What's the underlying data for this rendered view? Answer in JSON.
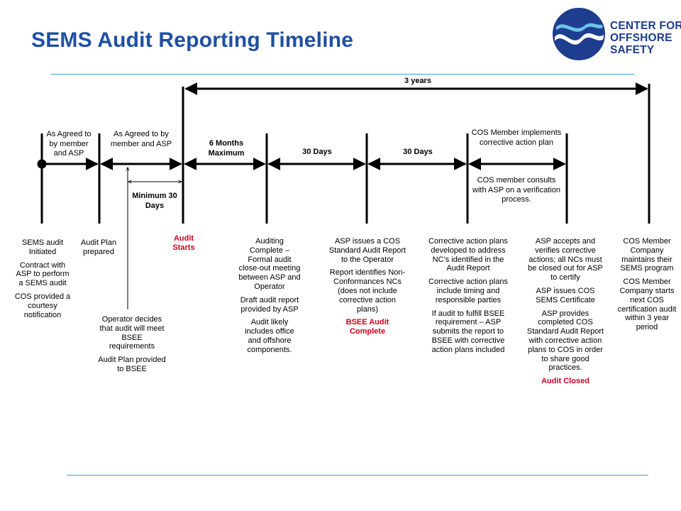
{
  "title": "SEMS Audit Reporting Timeline",
  "logo": {
    "line1": "CENTER FOR",
    "line2": "OFFSHORE",
    "line3": "SAFETY"
  },
  "colors": {
    "title": "#1f4fa3",
    "rule": "#3aa0cf",
    "highlight": "#d0021b",
    "logo": "#1f3d8f"
  },
  "top_span": {
    "label": "3 years"
  },
  "upper_labels": {
    "agreed_1": "As Agreed to by member and ASP",
    "agreed_2": "As Agreed to by member and ASP",
    "six_months": "6 Months Maximum",
    "thirty_days_1": "30 Days",
    "thirty_days_2": "30 Days",
    "implements": "COS Member implements corrective action plan",
    "consults": "COS member consults with ASP on a verification process.",
    "minimum": "Minimum 30 Days"
  },
  "columns": {
    "initiated": [
      "SEMS audit Initiated",
      "Contract with ASP to perform a SEMS audit",
      "COS provided a courtesy notification"
    ],
    "plan": [
      "Audit Plan prepared"
    ],
    "starts": [
      "Audit Starts"
    ],
    "operator": [
      "Operator decides that audit will meet BSEE requirements",
      "Audit Plan provided to BSEE"
    ],
    "complete": [
      "Auditing Complete – Formal audit close-out meeting between ASP and Operator",
      "Draft audit report provided by ASP",
      "Audit likely includes office and offshore components."
    ],
    "report": [
      "ASP issues a COS Standard Audit Report  to the Operator",
      "Report identifies Non-Conformances NCs (does not include corrective action plans)",
      "BSEE Audit Complete"
    ],
    "corrective": [
      "Corrective action plans developed to address NC’s identified in the Audit Report",
      "Corrective action plans include timing and responsible parties",
      "If audit to fulfill BSEE requirement – ASP submits the report to BSEE with corrective action plans included"
    ],
    "accepts": [
      "ASP accepts and verifies corrective actions; all NCs must be closed out for ASP to certify",
      "ASP issues COS SEMS Certificate",
      "ASP provides completed COS Standard Audit Report with corrective action plans to COS in order to share good practices.",
      "Audit Closed"
    ],
    "maintains": [
      "COS Member Company maintains their SEMS program",
      "COS Member Company starts next COS certification audit within 3 year period"
    ]
  }
}
